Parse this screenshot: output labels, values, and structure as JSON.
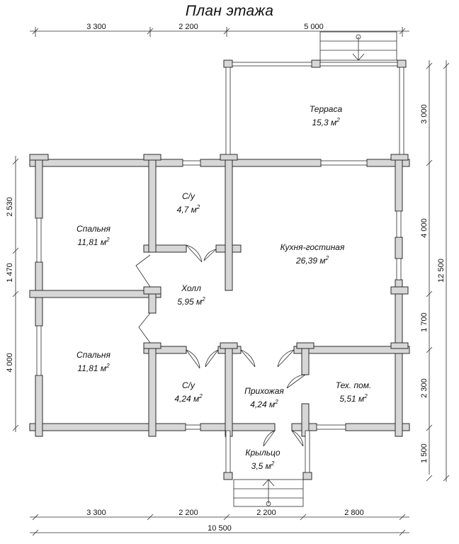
{
  "title": "План этажа",
  "rooms": [
    {
      "name": "Терраса",
      "area": "15,3 м",
      "sup": "2"
    },
    {
      "name": "С/у",
      "area": "4,7 м",
      "sup": "2"
    },
    {
      "name": "Спальня",
      "area": "11,81 м",
      "sup": "2"
    },
    {
      "name": "Кухня-гостиная",
      "area": "26,39 м",
      "sup": "2"
    },
    {
      "name": "Холл",
      "area": "5,95 м",
      "sup": "2"
    },
    {
      "name": "Спальня",
      "area": "11,81 м",
      "sup": "2"
    },
    {
      "name": "С/у",
      "area": "4,24 м",
      "sup": "2"
    },
    {
      "name": "Прихожая",
      "area": "4,24 м",
      "sup": "2"
    },
    {
      "name": "Тех. пом.",
      "area": "5,51 м",
      "sup": "2"
    },
    {
      "name": "Крыльцо",
      "area": "3,5 м",
      "sup": "2"
    }
  ],
  "dimensions": {
    "top": [
      "3 300",
      "2 200",
      "5 000"
    ],
    "bottom": [
      "3 300",
      "2 200",
      "2 200",
      "2 800"
    ],
    "bottom_total": "10 500",
    "left": [
      "2 530",
      "1 470",
      "4 000"
    ],
    "right": [
      "3 000",
      "4 000",
      "1 700",
      "2 300",
      "1 500"
    ],
    "right_total": "12 500"
  }
}
